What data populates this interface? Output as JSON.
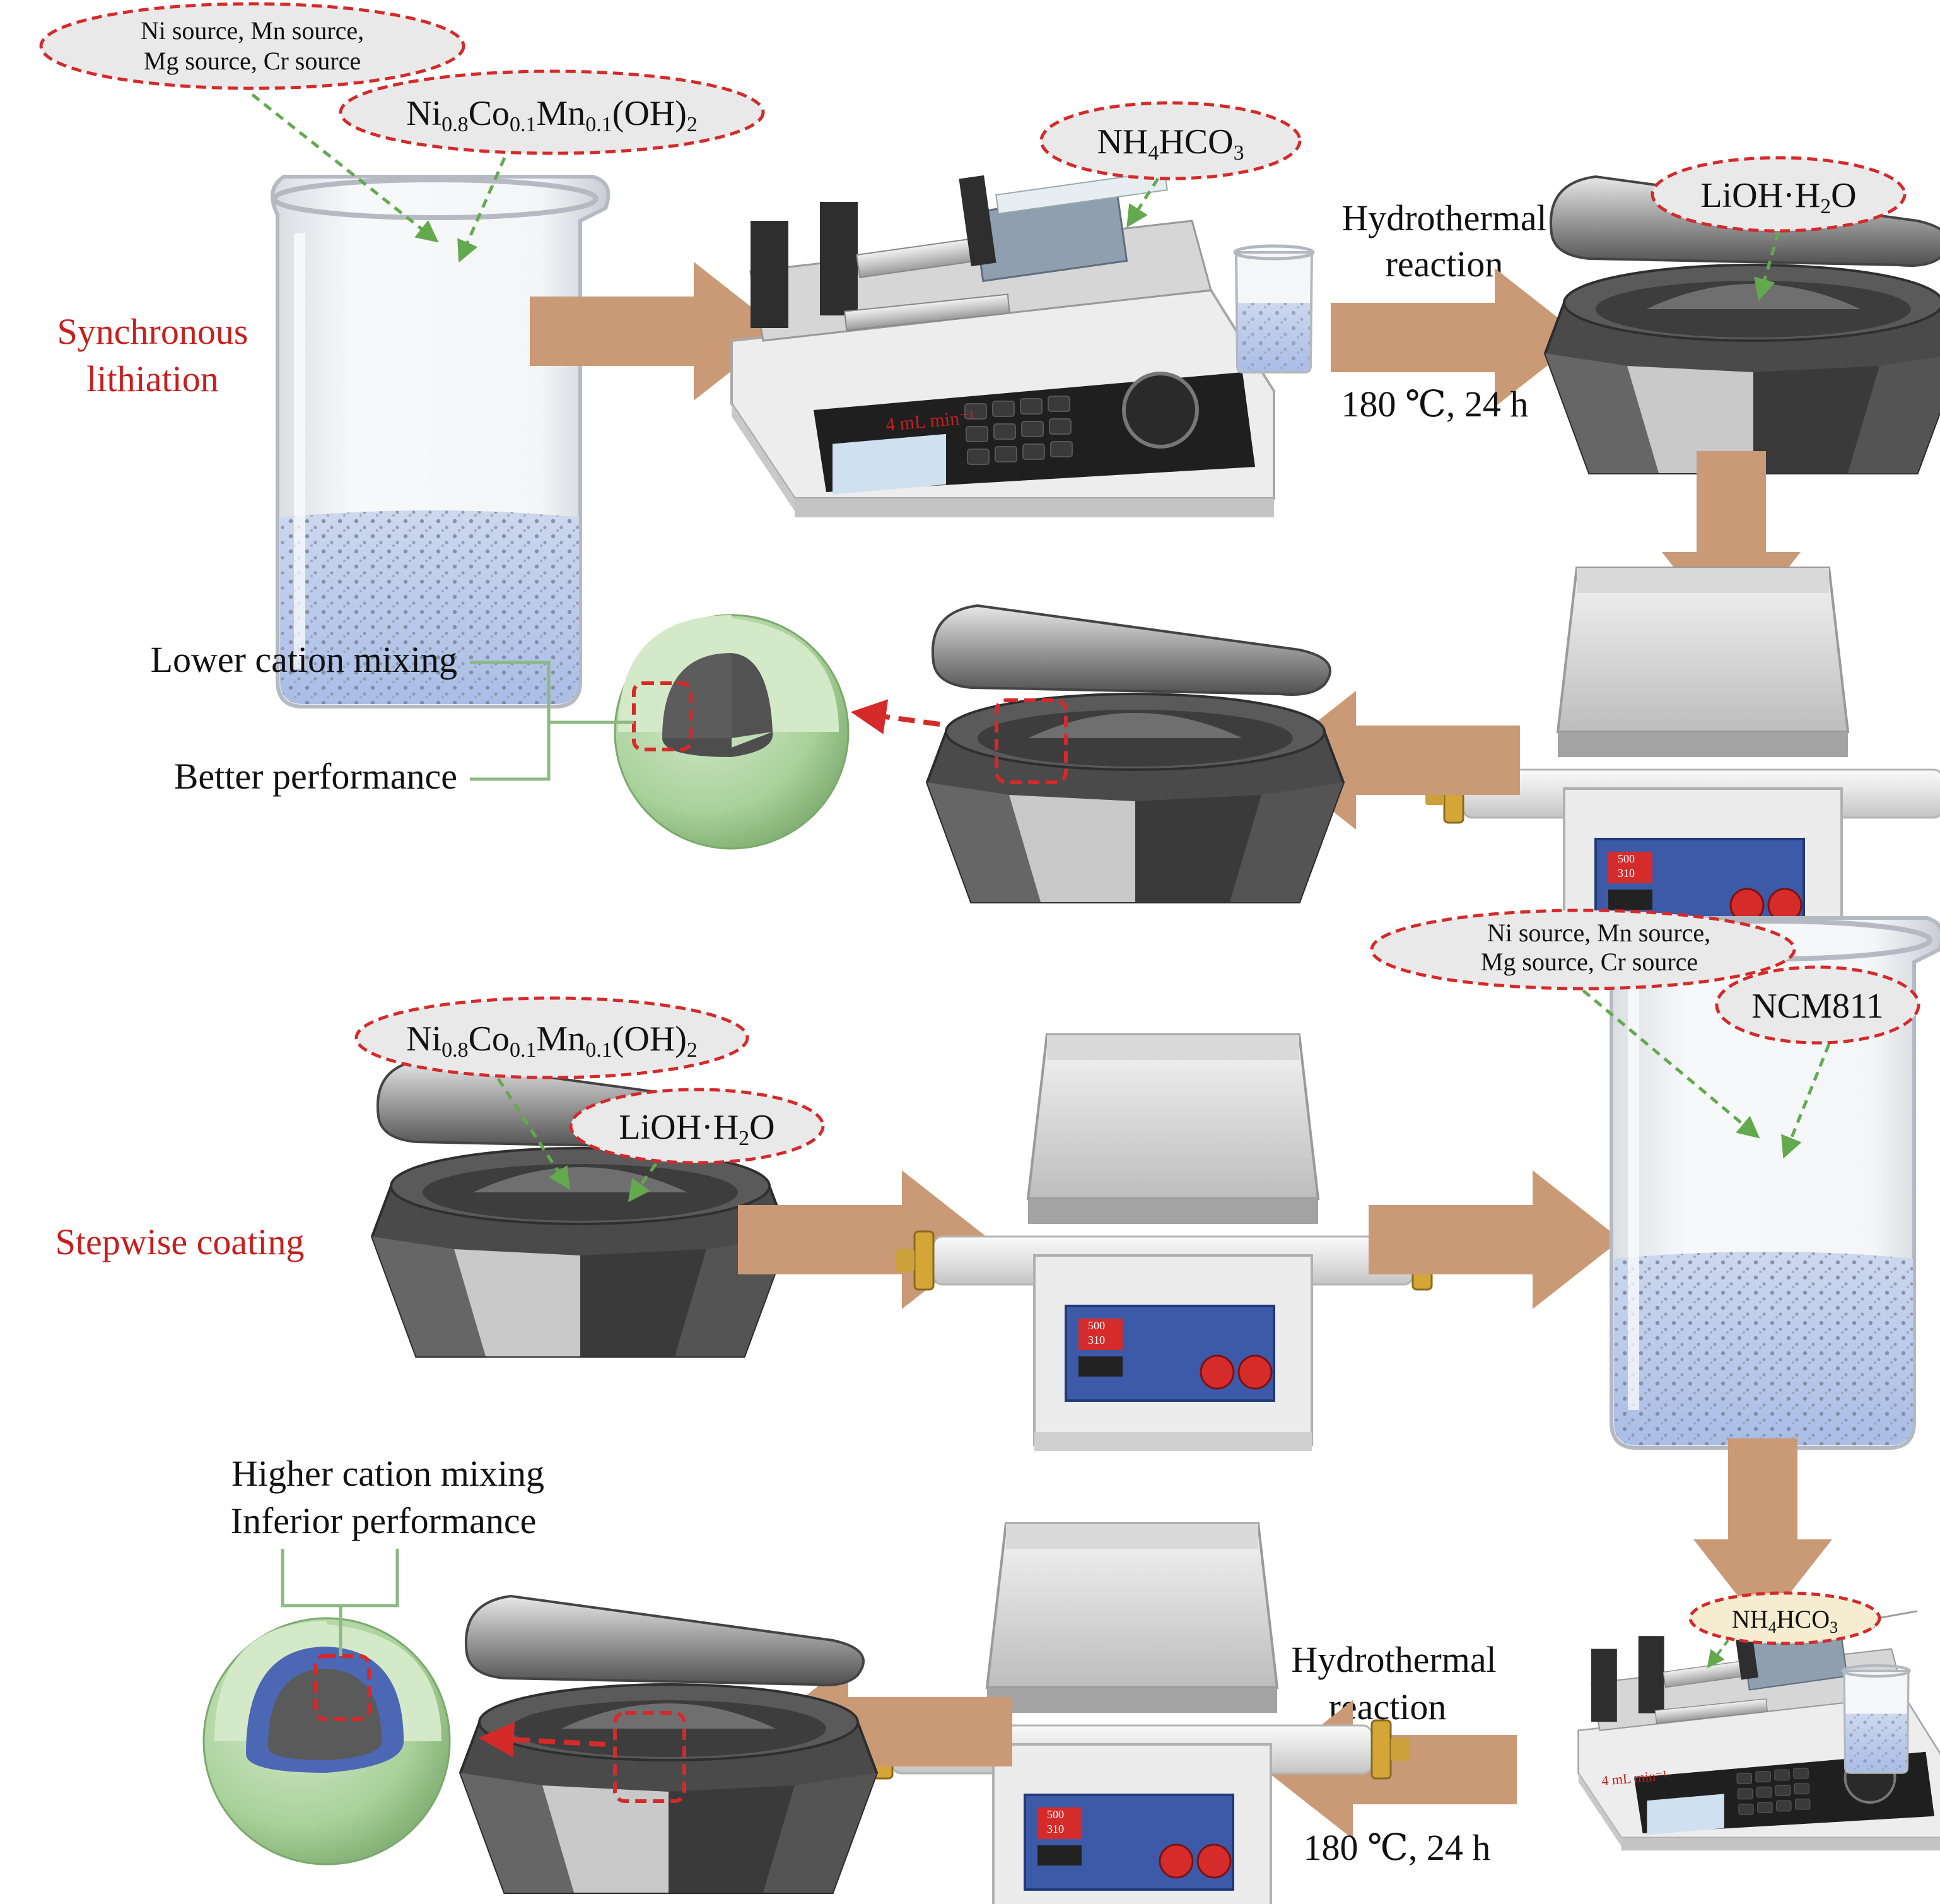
{
  "colors": {
    "red_label": "#c81e1e",
    "text": "#111111",
    "arrow": "#c99a75",
    "callout_dash": "#d42a2a",
    "callout_fill": "#e9e9e9",
    "callout_fill_yellow": "#f6ecd2",
    "green_leader": "#8cb882",
    "green_dash": "#63a94e",
    "sphere_outer": "#a7cf9a",
    "sphere_inner": "#d4e9c8",
    "sphere_core": "#5c5c5c",
    "blue_layer": "#4c67b4"
  },
  "icons": [
    "beaker-icon",
    "syringe-pump-icon",
    "small-beaker-icon",
    "mortar-pestle-icon",
    "tube-furnace-icon",
    "particle-sphere-icon",
    "arrow-right-icon",
    "arrow-down-icon",
    "arrow-left-icon"
  ],
  "labels": {
    "synchronous": [
      "Synchronous",
      "lithiation"
    ],
    "stepwise": "Stepwise coating",
    "hydro_top": [
      "Hydrothermal",
      "reaction"
    ],
    "cond_top": "180 ℃, 24 h",
    "hydro_bottom": [
      "Hydrothermal",
      "reaction"
    ],
    "cond_bottom": "180 ℃, 24 h",
    "lower_mixing": "Lower cation mixing",
    "better_perf": "Better performance",
    "higher_mixing": "Higher cation mixing",
    "inferior_perf": "Inferior performance"
  },
  "callouts": {
    "sources_top": [
      "Ni source, Mn source,",
      "Mg source, Cr source"
    ],
    "sources_bottom": [
      "Ni source, Mn source,",
      "Mg source, Cr source"
    ],
    "precursor_top": {
      "a": "Ni",
      "a_sub": "0.8",
      "b": "Co",
      "b_sub": "0.1",
      "c": "Mn",
      "c_sub": "0.1",
      "d": "(OH)",
      "d_sub": "2"
    },
    "precursor_bottom": {
      "a": "Ni",
      "a_sub": "0.8",
      "b": "Co",
      "b_sub": "0.1",
      "c": "Mn",
      "c_sub": "0.1",
      "d": "(OH)",
      "d_sub": "2"
    },
    "nh4hco3_top": {
      "a": "NH",
      "a_sub": "4",
      "b": "HCO",
      "b_sub": "3"
    },
    "nh4hco3_bottom": {
      "a": "NH",
      "a_sub": "4",
      "b": "HCO",
      "b_sub": "3"
    },
    "lioh_top": {
      "a": "LiOH·H",
      "a_sub": "2",
      "b": "O"
    },
    "lioh_bottom": {
      "a": "LiOH·H",
      "a_sub": "2",
      "b": "O"
    },
    "ncm811": "NCM811"
  },
  "pump_display": "4 mL min⁻¹",
  "furnace_display": [
    "500",
    "310"
  ]
}
